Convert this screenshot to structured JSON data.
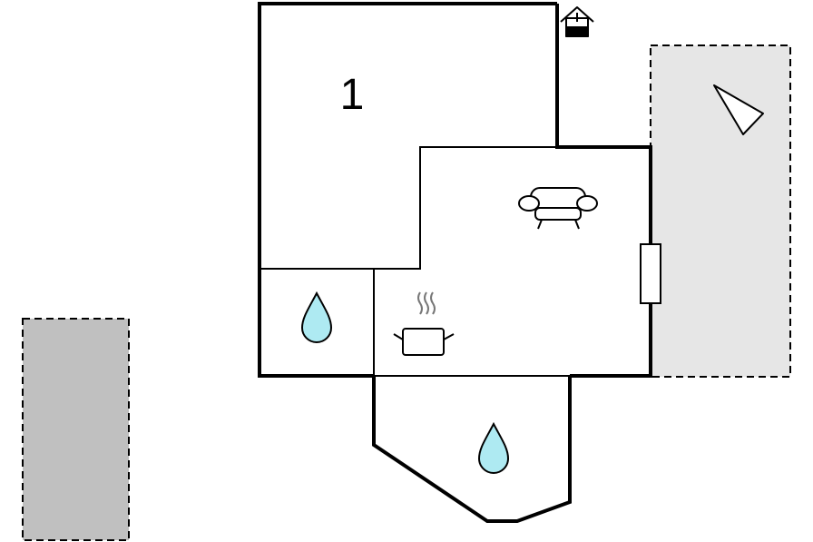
{
  "rooms": [
    {
      "id": "bedroom",
      "label": "1"
    }
  ],
  "icons": {
    "bedroom_number": "1",
    "bathroom_1": "water-drop-icon",
    "bathroom_2": "water-drop-icon",
    "kitchen": "cooking-pot-icon",
    "living_room": "sofa-icon",
    "entrance": "house-entrance-icon",
    "terrace": "sun-lounger-icon",
    "door": "door-icon"
  },
  "colors": {
    "wall": "#000000",
    "water": "#aeeaf2",
    "terrace_fill": "#e6e6e6",
    "parking_fill": "#c0c0c0"
  }
}
